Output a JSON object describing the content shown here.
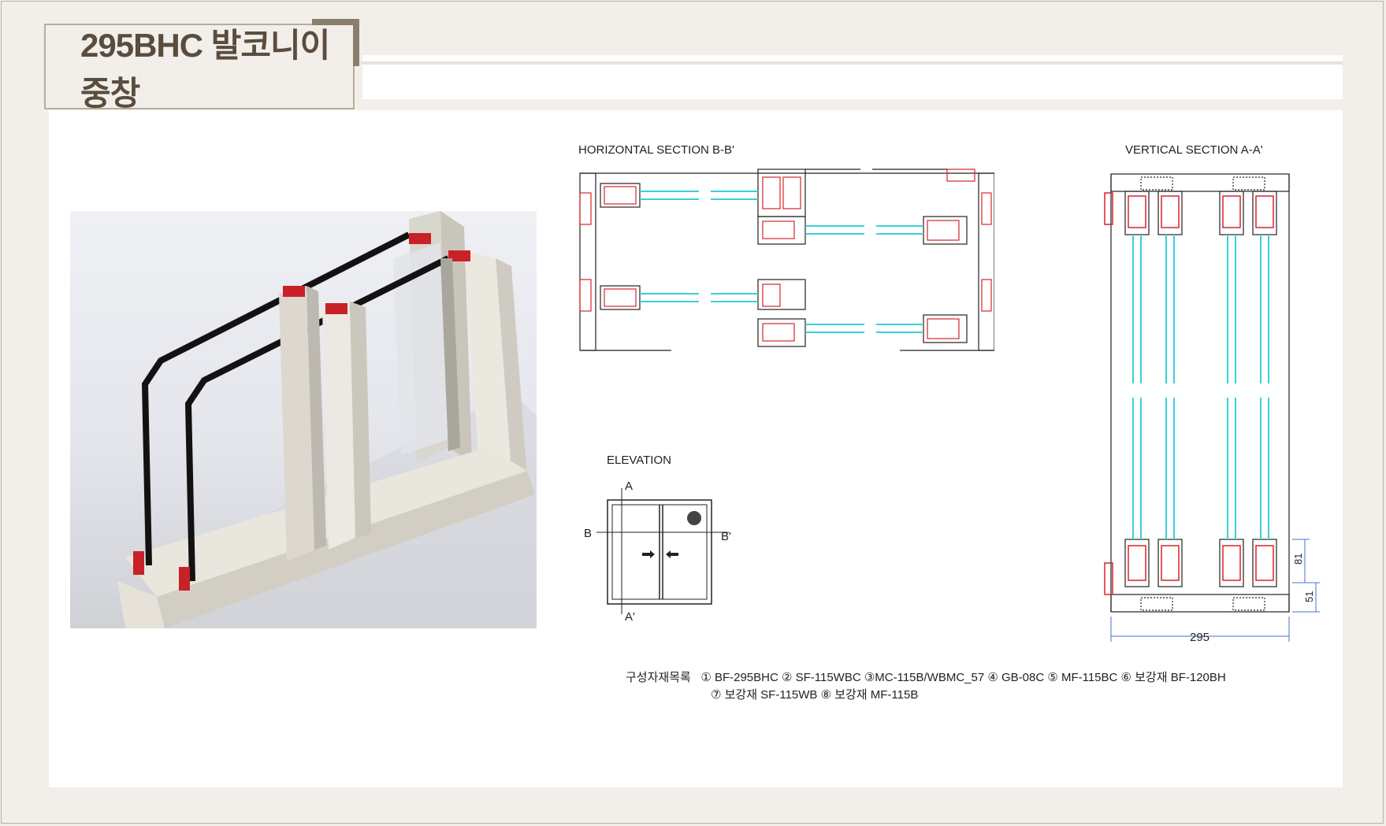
{
  "header": {
    "title": "295BHC 발코니이중창"
  },
  "drawings": {
    "horizontal_section_title": "HORIZONTAL SECTION B-B'",
    "vertical_section_title": "VERTICAL SECTION A-A'",
    "elevation_title": "ELEVATION",
    "marker_a": "A",
    "marker_a_prime": "A'",
    "marker_b": "B",
    "marker_b_prime": "B'",
    "dim_width": "295",
    "dim_81": "81",
    "dim_51": "51"
  },
  "parts_list": {
    "label": "구성자재목록",
    "row1": "① BF-295BHC ② SF-115WBC ③MC-115B/WBMC_57 ④ GB-08C ⑤ MF-115BC ⑥ 보강재 BF-120BH",
    "row2": "⑦ 보강재 SF-115WB ⑧ 보강재 MF-115B"
  },
  "colors": {
    "frame_white": "#f4f1ea",
    "profile_red": "#d8232a",
    "glass_cyan": "#3ccfd8",
    "title_brown": "#5a4d3e",
    "background": "#f2efea"
  }
}
